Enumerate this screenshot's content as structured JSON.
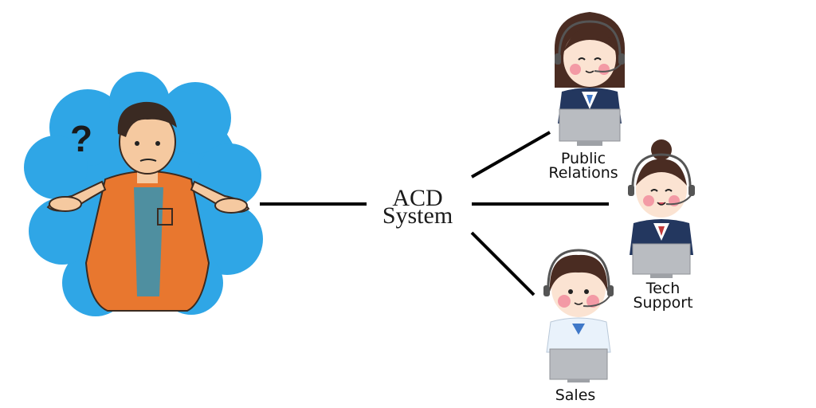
{
  "diagram": {
    "center": {
      "line1": "ACD",
      "line2": "System"
    },
    "caller": {
      "question_mark": "?",
      "colors": {
        "backdrop": "#2fa6e6",
        "shirt": "#e8772f",
        "undershirt": "#4f8fa0",
        "skin": "#f5c9a0",
        "hair": "#3a2a22"
      }
    },
    "agents": [
      {
        "id": "public-relations",
        "label_lines": [
          "Public",
          "Relations"
        ]
      },
      {
        "id": "tech-support",
        "label_lines": [
          "Tech",
          "Support"
        ]
      },
      {
        "id": "sales",
        "label_lines": [
          "Sales"
        ]
      }
    ],
    "agent_colors": {
      "hair": "#4a2c22",
      "skin": "#fbe3d2",
      "cheek": "#f39aa5",
      "uniform": "#23375f",
      "tie": "#3f78c8",
      "monitor": "#b9bcc1",
      "headset": "#555555"
    }
  }
}
